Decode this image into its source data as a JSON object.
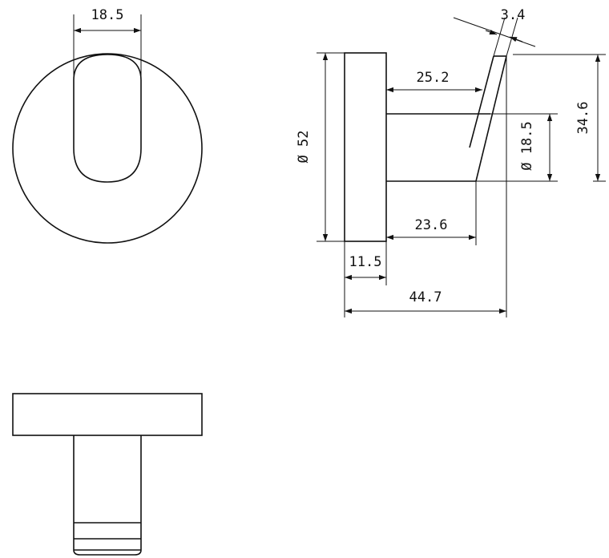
{
  "dimensions": {
    "front_slot_width": "18.5",
    "wall_thickness": "3.4",
    "hook_reach": "25.2",
    "base_diameter": "Ø 52",
    "post_diameter": "Ø 18.5",
    "hook_height": "34.6",
    "post_length": "23.6",
    "base_thickness": "11.5",
    "overall_depth": "44.7"
  },
  "colors": {
    "line": "#111111",
    "background": "#ffffff"
  }
}
